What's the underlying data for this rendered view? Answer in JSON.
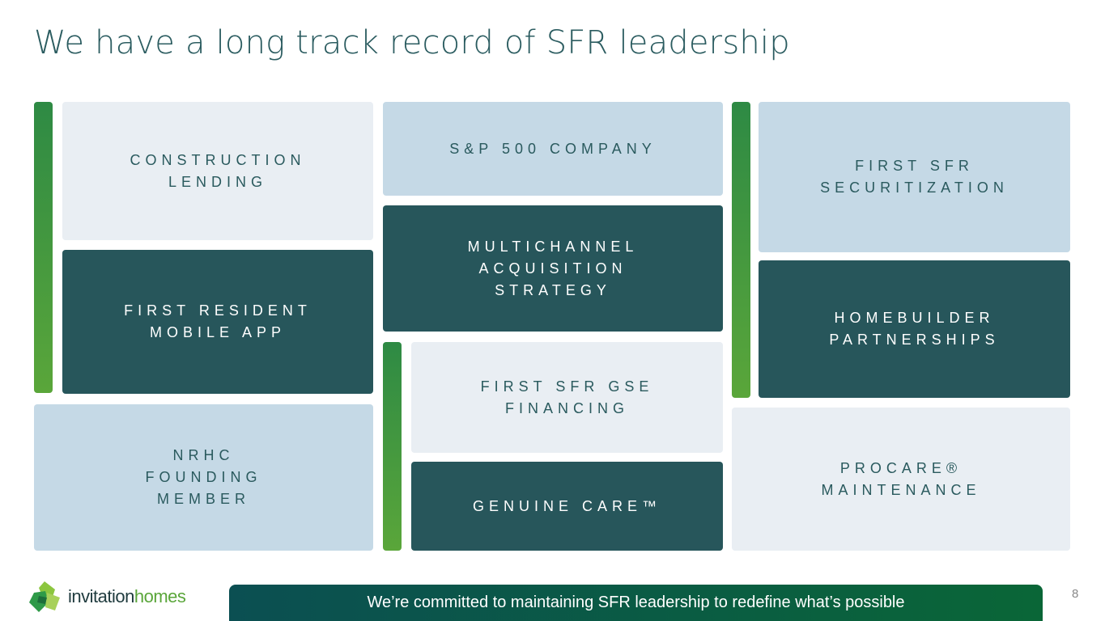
{
  "title": "We have a long track record of SFR leadership",
  "tiles": {
    "construction": "CONSTRUCTION\nLENDING",
    "mobile_app": "FIRST RESIDENT\nMOBILE APP",
    "nrhc": "NRHC\nFOUNDING\nMEMBER",
    "sp500": "S&P 500 COMPANY",
    "multichannel": "MULTICHANNEL\nACQUISITION\nSTRATEGY",
    "gse": "FIRST SFR GSE\nFINANCING",
    "genuine_care": "GENUINE CARE™",
    "securitization": "FIRST SFR\nSECURITIZATION",
    "homebuilder": "HOMEBUILDER\nPARTNERSHIPS",
    "procare": "PROCARE®\nMAINTENANCE"
  },
  "logo": {
    "word1": "invitation",
    "word2": "homes"
  },
  "footer": "We’re committed to maintaining SFR leadership to redefine what’s possible",
  "page_number": "8"
}
